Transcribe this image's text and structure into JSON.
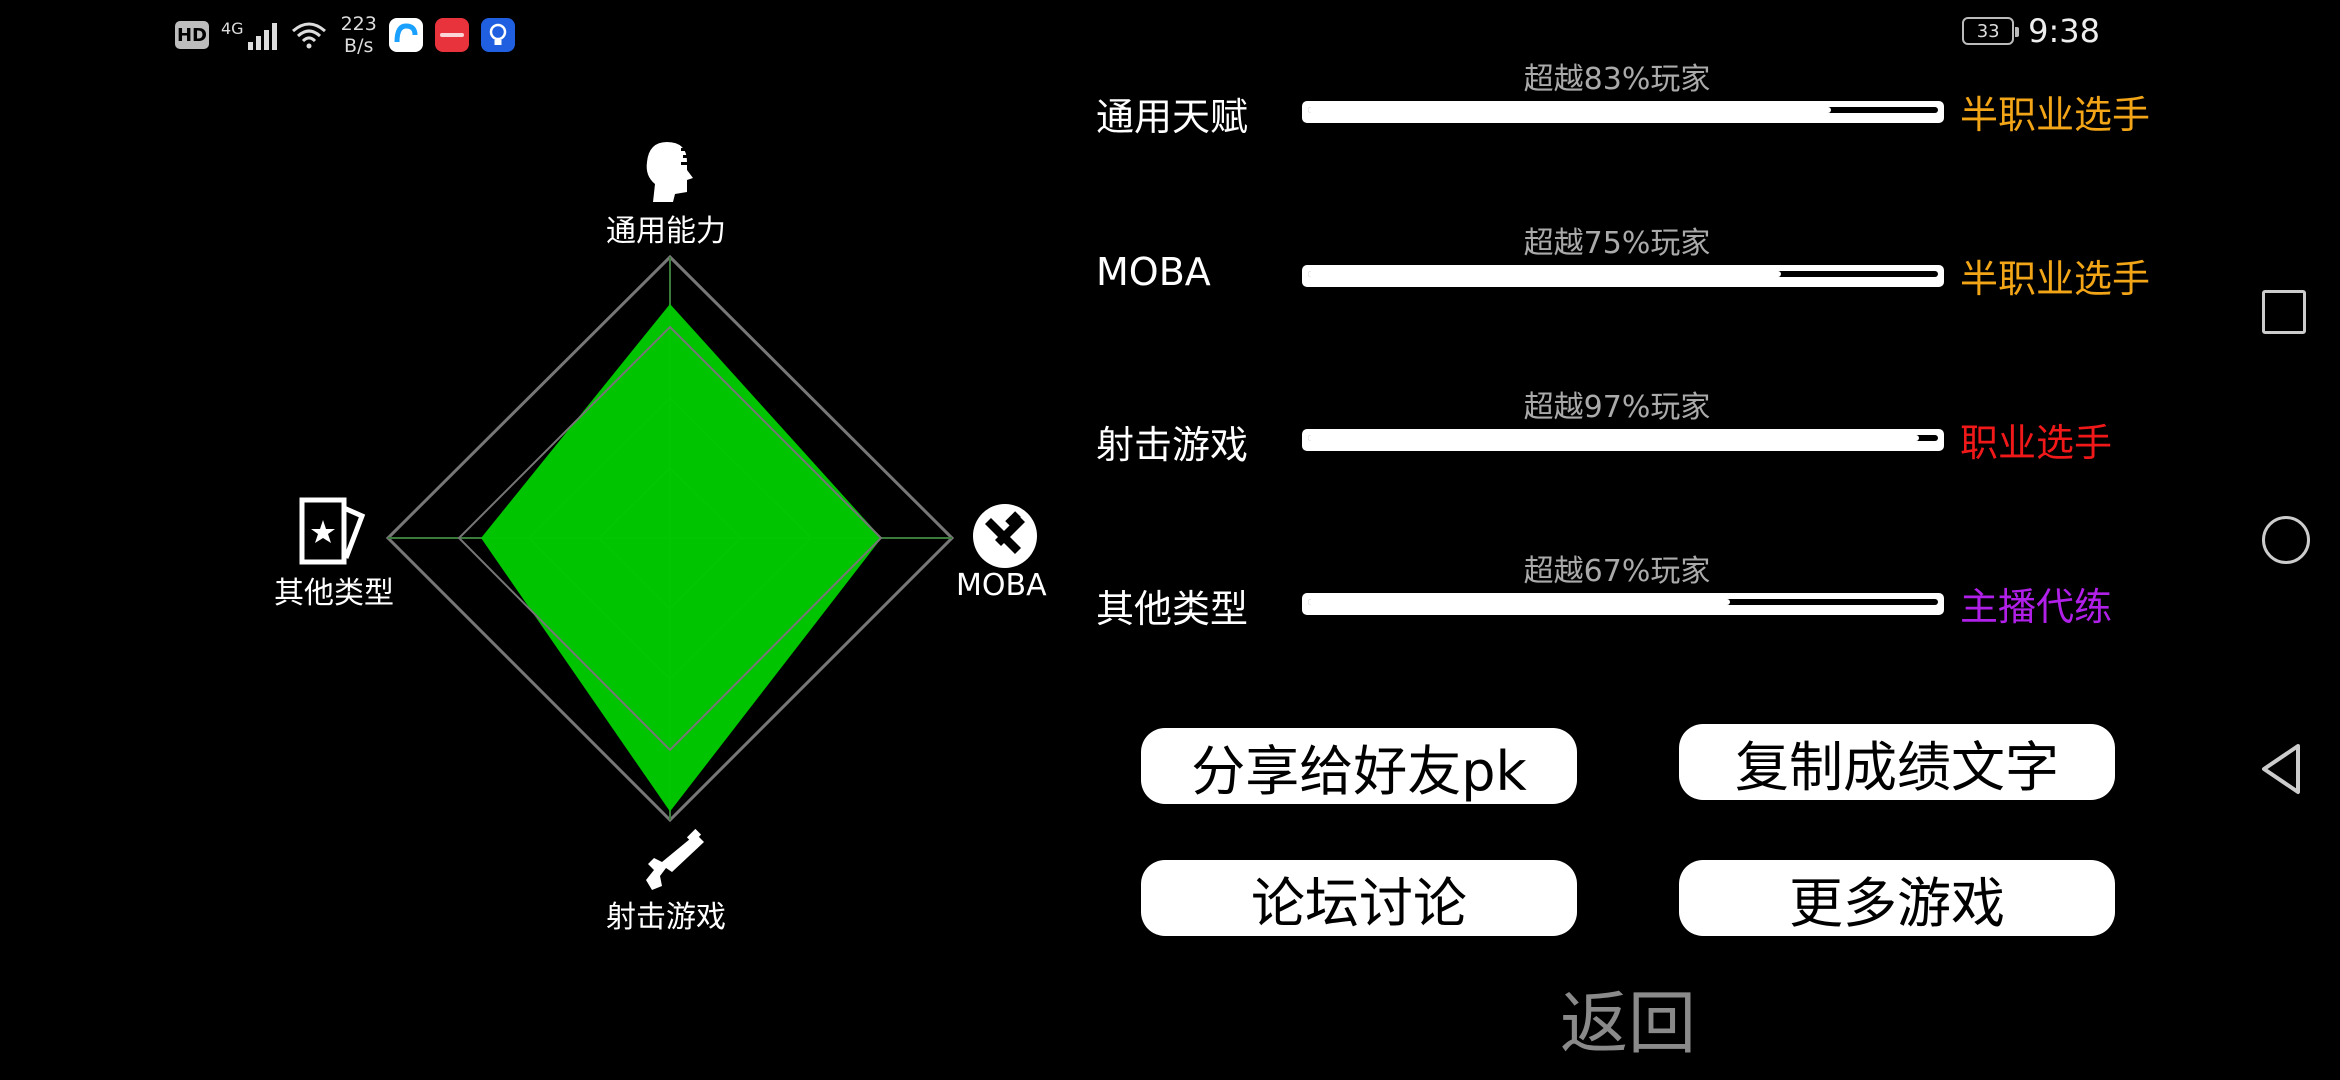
{
  "status_bar": {
    "hd": "HD",
    "net": "4G",
    "speed_value": "223",
    "speed_unit": "B/s",
    "battery": "33",
    "time": "9:38",
    "icons": [
      "hd-badge-icon",
      "signal-icon",
      "wifi-icon",
      "app-blue-icon",
      "huawei-icon",
      "bulb-icon"
    ]
  },
  "radar": {
    "top": "通用能力",
    "right": "MOBA",
    "bottom": "射击游戏",
    "left": "其他类型",
    "values": [
      0.83,
      0.75,
      0.97,
      0.67
    ],
    "fill_color": "#00c800",
    "icons": [
      "head-icon",
      "moba-icon",
      "gun-icon",
      "card-star-icon"
    ]
  },
  "rows": [
    {
      "label": "通用天赋",
      "percent_text": "超越83%玩家",
      "value": 0.83,
      "rank": "半职业选手",
      "rank_color": "#f2a516"
    },
    {
      "label": "MOBA",
      "percent_text": "超越75%玩家",
      "value": 0.75,
      "rank": "半职业选手",
      "rank_color": "#f2a516"
    },
    {
      "label": "射击游戏",
      "percent_text": "超越97%玩家",
      "value": 0.97,
      "rank": "职业选手",
      "rank_color": "#f01818"
    },
    {
      "label": "其他类型",
      "percent_text": "超越67%玩家",
      "value": 0.67,
      "rank": "主播代练",
      "rank_color": "#b020e8"
    }
  ],
  "buttons": {
    "share": "分享给好友pk",
    "copy": "复制成绩文字",
    "forum": "论坛讨论",
    "more": "更多游戏",
    "back": "返回"
  },
  "nav": {
    "icons": [
      "recent-apps-icon",
      "home-icon",
      "back-icon"
    ]
  }
}
